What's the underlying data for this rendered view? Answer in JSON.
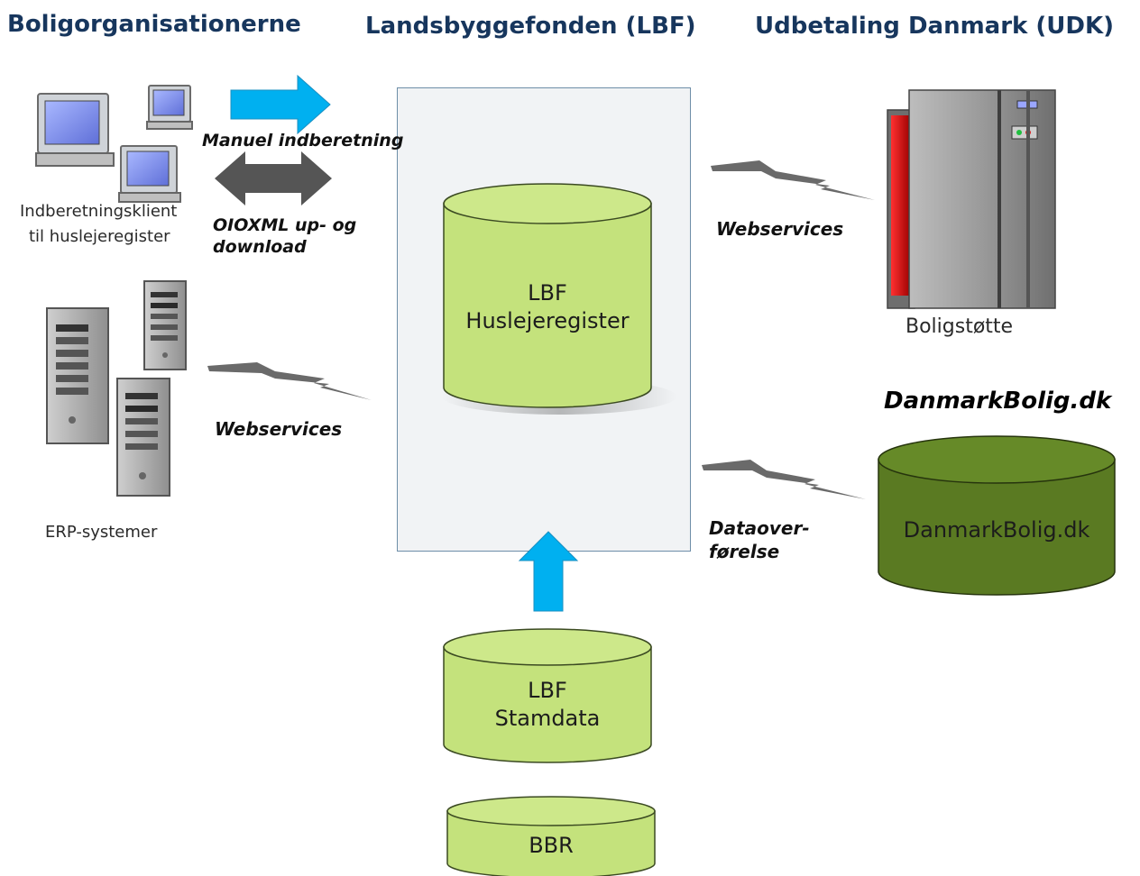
{
  "headings": {
    "left": "Boligorganisationerne",
    "center": "Landsbyggefonden (LBF)",
    "right": "Udbetaling Danmark (UDK)"
  },
  "clients": {
    "caption_line1": "Indberetningsklient",
    "caption_line2": "til huslejeregister"
  },
  "erp": {
    "caption": "ERP-systemer"
  },
  "flows": {
    "manual": "Manuel indberetning",
    "oioxml_line1": "OIOXML up- og",
    "oioxml_line2": "download",
    "webservices_left": "Webservices",
    "webservices_right": "Webservices",
    "dataoverforelse_line1": "Dataover-",
    "dataoverforelse_line2": "førelse"
  },
  "databases": {
    "huslejeregister_line1": "LBF",
    "huslejeregister_line2": "Huslejeregister",
    "stamdata_line1": "LBF",
    "stamdata_line2": "Stamdata",
    "bbr": "BBR",
    "danmarkbolig": "DanmarkBolig.dk"
  },
  "boligstotte": {
    "caption": "Boligstøtte"
  },
  "danmarkbolig_title": "DanmarkBolig.dk",
  "colors": {
    "heading": "#17365d",
    "panel_bg": "#f1f3f5",
    "panel_border": "#6e8ea8",
    "db_green": "#c4e27c",
    "db_dark_green": "#5a7a22",
    "arrow_blue": "#00b0f0",
    "arrow_gray": "#555555",
    "bolt_gray": "#6a6a6a"
  }
}
